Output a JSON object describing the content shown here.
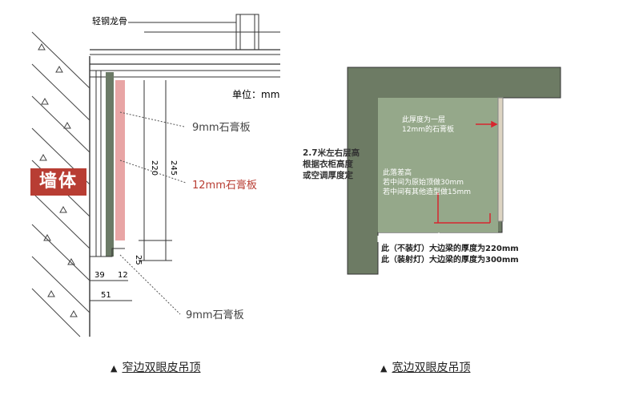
{
  "left": {
    "keel_label": "轻钢龙骨",
    "unit_label": "单位：mm",
    "wall_label": "墙体",
    "annotations": {
      "board_9_top": "9mm石膏板",
      "board_12": "12mm石膏板",
      "board_9_bottom": "9mm石膏板"
    },
    "dimensions": {
      "d220": "220",
      "d245": "245",
      "d25": "25",
      "d39": "39",
      "d12": "12",
      "d51": "51"
    },
    "colors": {
      "board_12": "#e8a5a5",
      "board_9": "#6b7a66",
      "annotation": "#b83d33"
    }
  },
  "right": {
    "note_height": "2.7米左右层高\n根据衣柜高度\n或空调厚度定",
    "note_thickness": "此厚度为一层\n12mm的石膏板",
    "note_drop": "此落差高\n若中间为原始顶做30mm\n若中间有其他造型做15mm",
    "note_beam": "此（不装灯）大边梁的厚度为220mm\n此（装射灯）大边梁的厚度为300mm",
    "colors": {
      "dark": "#6d7b64",
      "light": "#95a88a",
      "arrow": "#d7262e"
    }
  },
  "captions": {
    "left": "窄边双眼皮吊顶",
    "right": "宽边双眼皮吊顶"
  }
}
